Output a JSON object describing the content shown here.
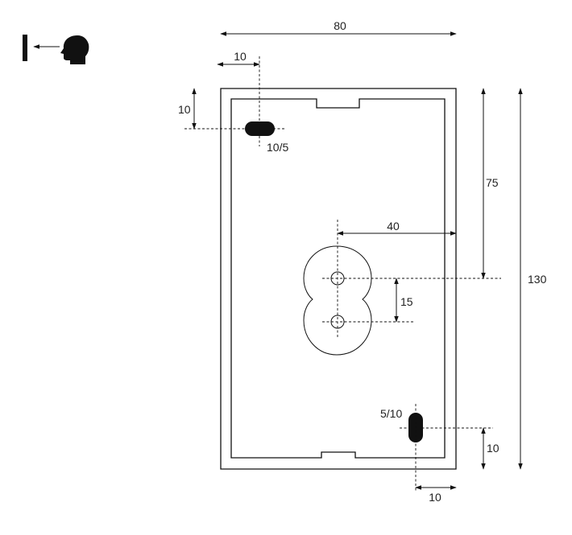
{
  "view_icon": {
    "name": "view-from-front-icon"
  },
  "dimensions": {
    "overall_width": "80",
    "overall_height": "130",
    "top_slot_offset_x": "10",
    "top_slot_offset_y": "10",
    "top_slot_size": "10/5",
    "center_to_edge": "40",
    "top_to_upper_hole": "75",
    "hole_spacing": "15",
    "bottom_slot_size": "5/10",
    "bottom_slot_offset_x": "10",
    "bottom_slot_offset_y": "10"
  }
}
